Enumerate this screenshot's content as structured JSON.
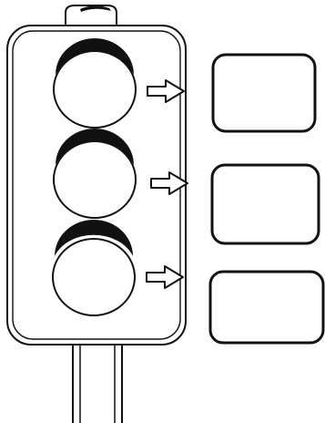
{
  "diagram": {
    "subject": "traffic-light-worksheet",
    "colors": {
      "stroke": "#111111",
      "fill": "#ffffff",
      "hood": "#111111",
      "background": "#ffffff"
    },
    "lamps": [
      {
        "position": "top"
      },
      {
        "position": "middle"
      },
      {
        "position": "bottom"
      }
    ],
    "answer_boxes": [
      {
        "position": "top",
        "value": ""
      },
      {
        "position": "middle",
        "value": ""
      },
      {
        "position": "bottom",
        "value": ""
      }
    ]
  }
}
